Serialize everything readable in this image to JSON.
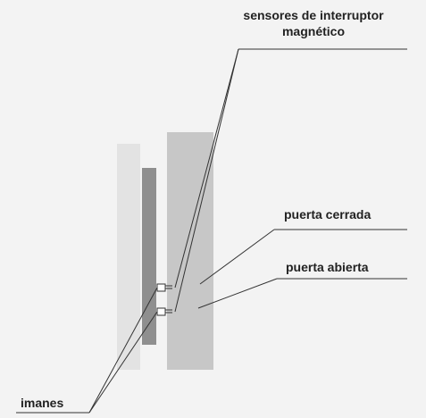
{
  "labels": {
    "sensors": "sensores de interruptor magnético",
    "closed_door": "puerta cerrada",
    "open_door": "puerta abierta",
    "magnets": "imanes"
  }
}
